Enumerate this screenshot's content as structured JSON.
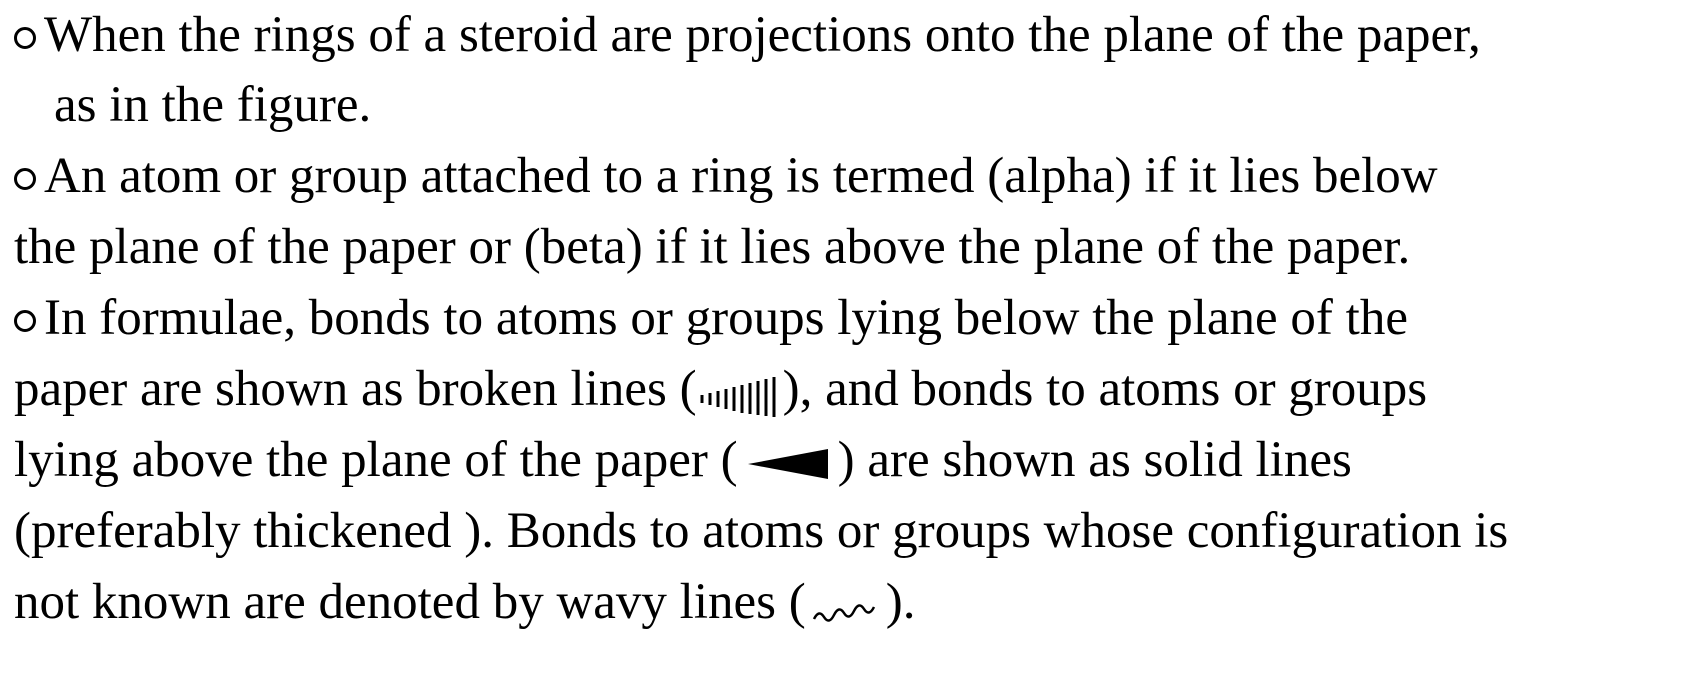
{
  "paragraphs": [
    {
      "lines": [
        "When the rings of a steroid are projections onto the plane of the paper,",
        "as in the figure."
      ]
    },
    {
      "lines": [
        "An atom or group attached to a ring  is termed  (alpha) if it lies below",
        "the plane of the paper or  (beta) if it lies above the plane of the paper."
      ]
    },
    {
      "lines": [
        "In formulae, bonds to atoms or groups lying below the plane of the",
        "paper are shown as broken lines (",
        "), and bonds to atoms or groups",
        "lying above the plane of the paper (",
        ") are shown as solid lines",
        "(preferably thickened ). Bonds to atoms or groups whose configuration is",
        "not known are denoted by wavy lines (",
        ")."
      ]
    }
  ],
  "icons": {
    "bullet": "hollow-circle-bullet",
    "hashed": "hashed-wedge-bond-icon",
    "solid": "solid-wedge-bond-icon",
    "wavy": "wavy-bond-icon"
  },
  "colors": {
    "text": "#000000",
    "background": "#ffffff"
  }
}
